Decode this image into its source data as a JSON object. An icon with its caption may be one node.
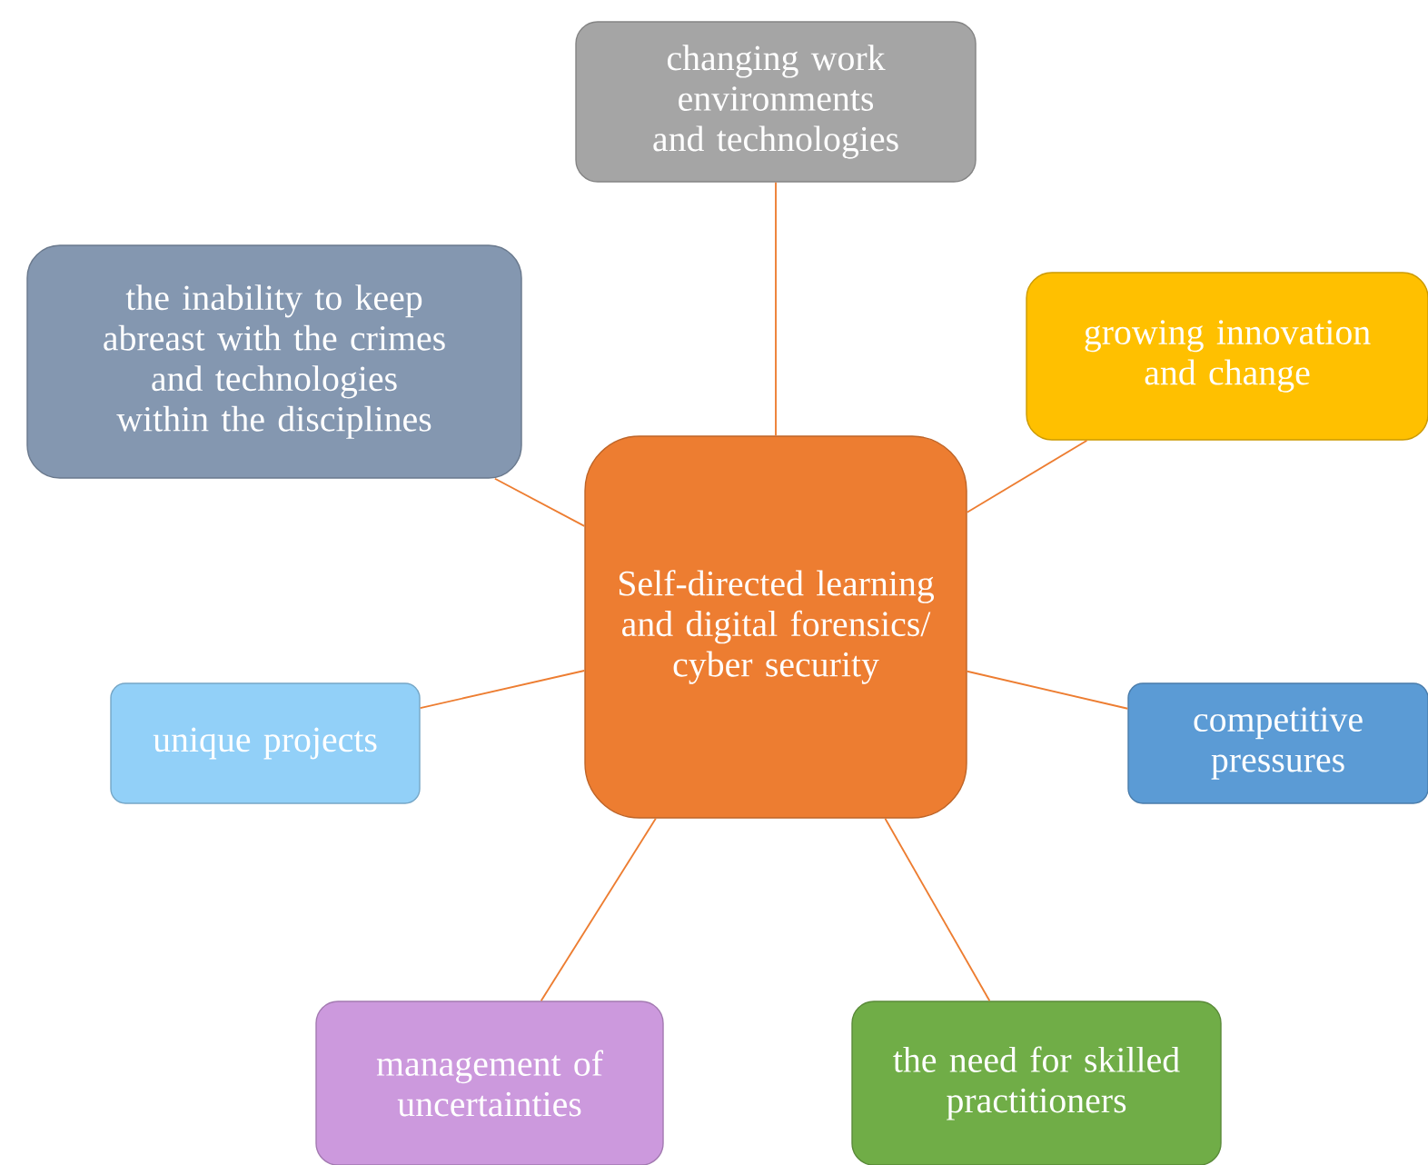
{
  "diagram": {
    "nodes": [
      {
        "text": [
          "Self-directed learning and digital forensics/ cyber security"
        ]
      },
      {
        "text": [
          "changing work environments and technologies"
        ]
      },
      {
        "text": [
          "the inability to keep abreast with the crimes and technologies within the disciplines"
        ]
      },
      {
        "text": [
          "growing innovation and change"
        ]
      },
      {
        "text": [
          "unique projects"
        ]
      },
      {
        "text": [
          "competitive pressures"
        ]
      },
      {
        "text": [
          "management of uncertainties"
        ]
      },
      {
        "text": [
          "the need for skilled practitioners"
        ]
      }
    ],
    "edges": [
      {
        "from": 0,
        "to": 1,
        "arrow": "none"
      },
      {
        "from": 0,
        "to": 3,
        "arrow": "none"
      },
      {
        "from": 0,
        "to": 5,
        "arrow": "none"
      },
      {
        "from": 0,
        "to": 7,
        "arrow": "none"
      },
      {
        "from": 0,
        "to": 6,
        "arrow": "none"
      },
      {
        "from": 0,
        "to": 4,
        "arrow": "none"
      },
      {
        "from": 0,
        "to": 2,
        "arrow": "none"
      }
    ]
  }
}
